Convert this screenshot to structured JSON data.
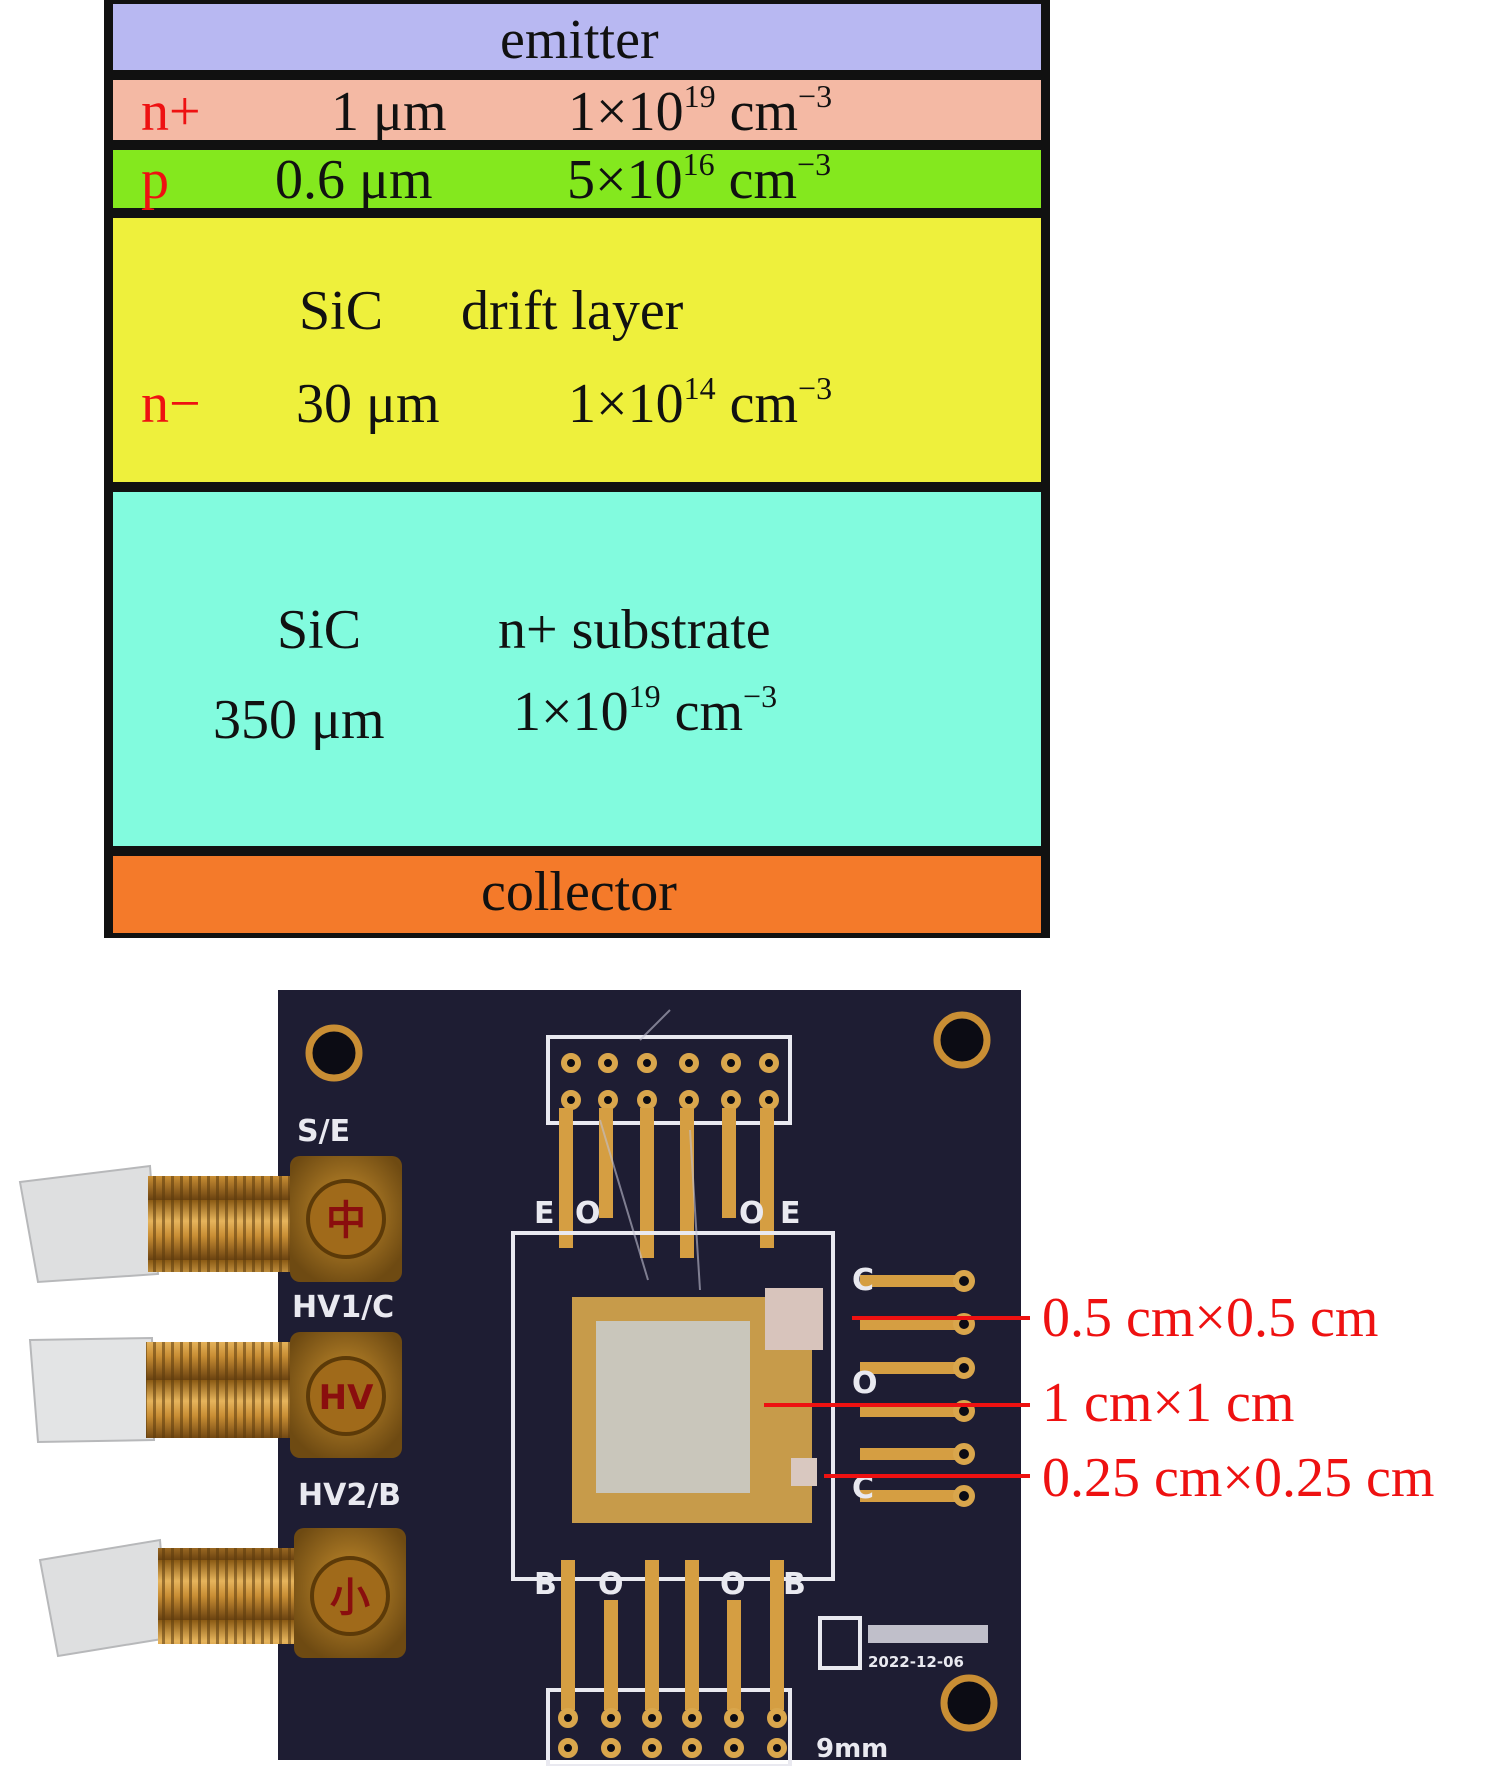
{
  "stack": {
    "emitter": "emitter",
    "nplus": {
      "type": "n+",
      "thickness": "1 μm",
      "base": "1×10",
      "exp": "19",
      "unit": "cm",
      "unit_exp": "−3"
    },
    "p": {
      "type": "p",
      "thickness": "0.6 μm",
      "base": "5×10",
      "exp": "16",
      "unit": "cm",
      "unit_exp": "−3"
    },
    "drift": {
      "title1": "SiC",
      "title2": "drift layer",
      "type": "n−",
      "thickness": "30 μm",
      "base": "1×10",
      "exp": "14",
      "unit": "cm",
      "unit_exp": "−3"
    },
    "substrate": {
      "title1": "SiC",
      "title2": "n+  substrate",
      "thickness": "350 μm",
      "base": "1×10",
      "exp": "19",
      "unit": "cm",
      "unit_exp": "−3"
    },
    "collector": "collector",
    "colors": {
      "emitter": "#b8b8f2",
      "nplus": "#f4b9a4",
      "p": "#84e81e",
      "drift": "#eef03c",
      "substrate": "#82fbde",
      "collector": "#f47a2a"
    }
  },
  "board": {
    "labels": {
      "se": "S/E",
      "hv1": "HV1/C",
      "hv2": "HV2/B",
      "e": "E",
      "o": "O",
      "c": "C",
      "b": "B",
      "size": "9mm",
      "date": "2022-12-06"
    },
    "connector_marks": [
      "中",
      "HV",
      "小"
    ]
  },
  "callouts": [
    "0.5 cm×0.5 cm",
    "1 cm×1 cm",
    "0.25 cm×0.25 cm"
  ]
}
